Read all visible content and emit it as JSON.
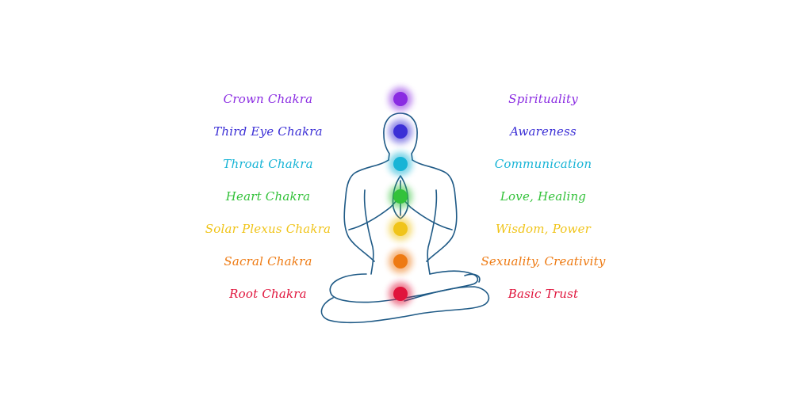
{
  "chakras": [
    {
      "name": "Crown Chakra",
      "meaning": "Spirituality",
      "color": "#8a2be2"
    },
    {
      "name": "Third Eye Chakra",
      "meaning": "Awareness",
      "color": "#3b2fd6"
    },
    {
      "name": "Throat Chakra",
      "meaning": "Communication",
      "color": "#17b4d6"
    },
    {
      "name": "Heart Chakra",
      "meaning": "Love, Healing",
      "color": "#33c23a"
    },
    {
      "name": "Solar Plexus Chakra",
      "meaning": "Wisdom, Power",
      "color": "#f0c419"
    },
    {
      "name": "Sacral Chakra",
      "meaning": "Sexuality, Creativity",
      "color": "#ee7a12"
    },
    {
      "name": "Root Chakra",
      "meaning": "Basic Trust",
      "color": "#e0143c"
    }
  ],
  "outline_color": "#1f5a86"
}
